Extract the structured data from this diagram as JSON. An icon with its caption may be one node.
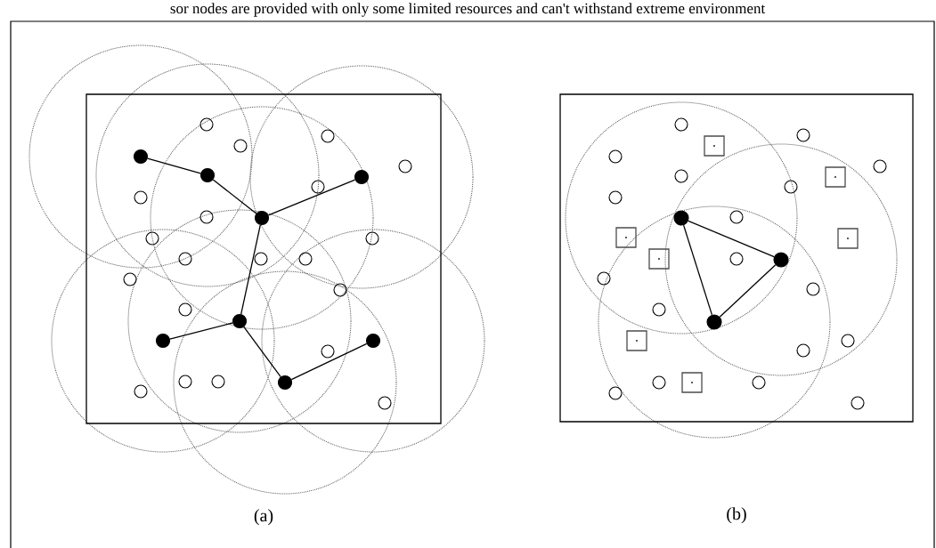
{
  "diagram": {
    "nodes": [
      {
        "text": [
          "(a)"
        ]
      },
      {
        "text": [],
        "shape": "circle",
        "in": 0
      },
      {
        "text": [],
        "shape": "circle",
        "in": 0
      },
      {
        "text": [],
        "shape": "circle",
        "in": 0
      },
      {
        "text": [],
        "shape": "circle",
        "in": 0
      },
      {
        "text": [],
        "shape": "circle",
        "in": 0
      },
      {
        "text": [],
        "shape": "circle",
        "in": 0
      },
      {
        "text": [],
        "shape": "circle",
        "in": 0
      },
      {
        "text": [],
        "shape": "circle",
        "in": 0
      },
      {
        "text": [],
        "shape": "circle",
        "in": 0
      },
      {
        "text": [],
        "shape": "circle",
        "in": 0
      },
      {
        "text": [],
        "shape": "circle",
        "in": 0
      },
      {
        "text": [],
        "shape": "circle",
        "in": 0
      },
      {
        "text": [],
        "shape": "circle",
        "in": 0
      },
      {
        "text": [],
        "shape": "circle",
        "in": 0
      },
      {
        "text": [],
        "shape": "circle",
        "in": 0
      },
      {
        "text": [],
        "shape": "circle",
        "in": 0
      },
      {
        "text": [],
        "shape": "circle",
        "in": 0
      },
      {
        "text": [],
        "shape": "circle",
        "in": 0
      },
      {
        "text": [],
        "shape": "circle",
        "in": 0
      },
      {
        "text": [],
        "shape": "circle",
        "in": 0
      },
      {
        "text": [],
        "shape": "circle",
        "in": 0
      },
      {
        "text": [],
        "shape": "circle",
        "in": 0
      },
      {
        "text": [],
        "shape": "circle",
        "in": 0
      },
      {
        "text": [],
        "shape": "circle",
        "in": 0
      },
      {
        "text": [],
        "shape": "circle",
        "in": 0
      },
      {
        "text": [],
        "shape": "circle",
        "in": 0
      },
      {
        "text": [],
        "shape": "circle",
        "in": 0
      },
      {
        "text": [],
        "shape": "circle",
        "in": 0
      },
      {
        "text": [
          "(b)"
        ]
      },
      {
        "text": [],
        "shape": "circle",
        "in": 29
      },
      {
        "text": [],
        "shape": "circle",
        "in": 29
      },
      {
        "text": [],
        "shape": "circle",
        "in": 29
      },
      {
        "text": [],
        "shape": "circle",
        "in": 29
      },
      {
        "text": [],
        "shape": "circle",
        "in": 29
      },
      {
        "text": [],
        "shape": "circle",
        "in": 29
      },
      {
        "text": [],
        "shape": "circle",
        "in": 29
      },
      {
        "text": [],
        "shape": "circle",
        "in": 29
      },
      {
        "text": [],
        "shape": "circle",
        "in": 29
      },
      {
        "text": [],
        "shape": "circle",
        "in": 29
      },
      {
        "text": [],
        "shape": "circle",
        "in": 29
      },
      {
        "text": [],
        "shape": "circle",
        "in": 29
      },
      {
        "text": [],
        "shape": "circle",
        "in": 29
      },
      {
        "text": [],
        "shape": "circle",
        "in": 29
      },
      {
        "text": [],
        "shape": "circle",
        "in": 29
      },
      {
        "text": [],
        "shape": "circle",
        "in": 29
      },
      {
        "text": [],
        "shape": "circle",
        "in": 29
      },
      {
        "text": [],
        "shape": "circle",
        "in": 29
      },
      {
        "text": [],
        "shape": "circle",
        "in": 29
      },
      {
        "text": [],
        "shape": "circle",
        "in": 29
      },
      {
        "text": [],
        "shape": "circle",
        "in": 29
      },
      {
        "text": [],
        "shape": "box",
        "in": 29
      },
      {
        "text": [],
        "shape": "box",
        "in": 29
      },
      {
        "text": [],
        "shape": "box",
        "in": 29
      },
      {
        "text": [],
        "shape": "box",
        "in": 29
      },
      {
        "text": [],
        "shape": "box",
        "in": 29
      },
      {
        "text": [],
        "shape": "box",
        "in": 29
      },
      {
        "text": [],
        "shape": "box",
        "in": 29
      }
    ],
    "edges": [
      {
        "from": 1,
        "to": 2,
        "arrow": "none"
      },
      {
        "from": 2,
        "to": 3,
        "arrow": "none"
      },
      {
        "from": 3,
        "to": 4,
        "arrow": "none"
      },
      {
        "from": 3,
        "to": 5,
        "arrow": "none"
      },
      {
        "from": 5,
        "to": 6,
        "arrow": "none"
      },
      {
        "from": 5,
        "to": 7,
        "arrow": "none"
      },
      {
        "from": 7,
        "to": 8,
        "arrow": "none"
      },
      {
        "from": 30,
        "to": 31,
        "arrow": "none"
      },
      {
        "from": 31,
        "to": 32,
        "arrow": "none"
      },
      {
        "from": 32,
        "to": 30,
        "arrow": "none"
      }
    ],
    "labels": [
      "sor nodes are provided with only some limited resources and can't withstand extreme environment"
    ]
  }
}
